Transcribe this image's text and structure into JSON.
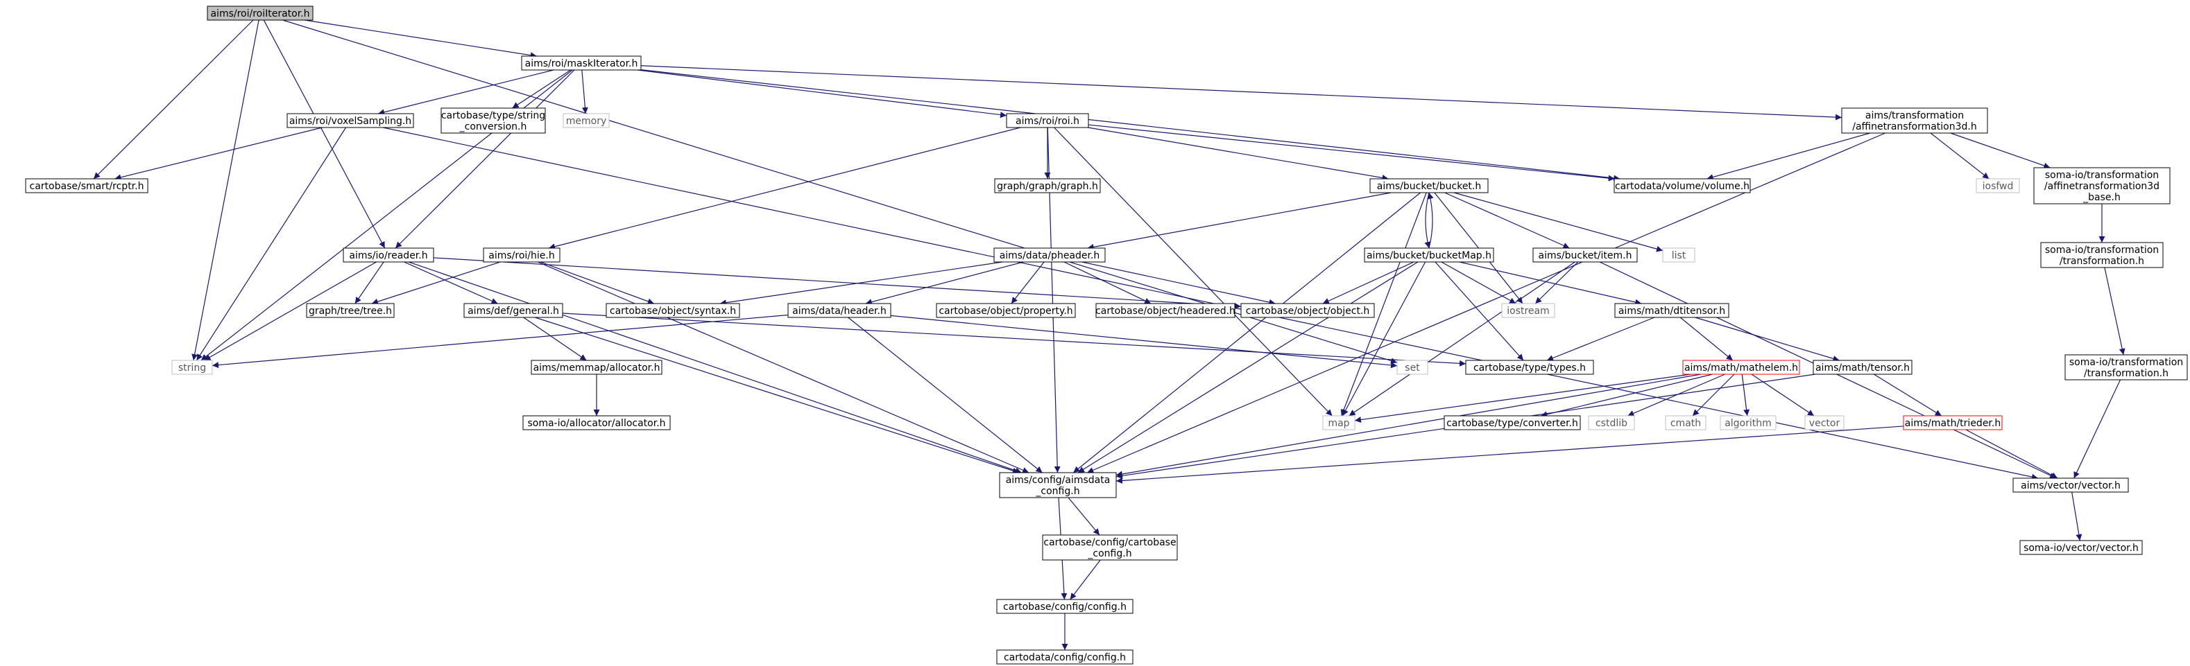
{
  "colors": {
    "edge": "#191970",
    "node_border": "#000000",
    "external_border": "#bfbfbf",
    "truncated_border": "#ff0000",
    "root_fill": "#bfbfbf",
    "text": "#000000",
    "external_text": "#5a5a5a"
  },
  "nodes": [
    {
      "id": "roiiterator",
      "lines": [
        "aims/roi/roiIterator.h"
      ],
      "kind": "root"
    },
    {
      "id": "maskiterator",
      "lines": [
        "aims/roi/maskIterator.h"
      ],
      "kind": "normal"
    },
    {
      "id": "voxelsampling",
      "lines": [
        "aims/roi/voxelSampling.h"
      ],
      "kind": "normal"
    },
    {
      "id": "stringconv",
      "lines": [
        "cartobase/type/string",
        "_conversion.h"
      ],
      "kind": "normal"
    },
    {
      "id": "memory",
      "lines": [
        "memory"
      ],
      "kind": "external"
    },
    {
      "id": "roih",
      "lines": [
        "aims/roi/roi.h"
      ],
      "kind": "normal"
    },
    {
      "id": "affine3d",
      "lines": [
        "aims/transformation",
        "/affinetransformation3d.h"
      ],
      "kind": "normal"
    },
    {
      "id": "rcptr",
      "lines": [
        "cartobase/smart/rcptr.h"
      ],
      "kind": "normal"
    },
    {
      "id": "graphh",
      "lines": [
        "graph/graph/graph.h"
      ],
      "kind": "normal"
    },
    {
      "id": "volumeh",
      "lines": [
        "cartodata/volume/volume.h"
      ],
      "kind": "normal"
    },
    {
      "id": "iosfwd",
      "lines": [
        "iosfwd"
      ],
      "kind": "external"
    },
    {
      "id": "somaaffine",
      "lines": [
        "soma-io/transformation",
        "/affinetransformation3d",
        "_base.h"
      ],
      "kind": "normal"
    },
    {
      "id": "bucketh",
      "lines": [
        "aims/bucket/bucket.h"
      ],
      "kind": "normal"
    },
    {
      "id": "readerh",
      "lines": [
        "aims/io/reader.h"
      ],
      "kind": "normal"
    },
    {
      "id": "hieh",
      "lines": [
        "aims/roi/hie.h"
      ],
      "kind": "normal"
    },
    {
      "id": "pheaderh",
      "lines": [
        "aims/data/pheader.h"
      ],
      "kind": "normal"
    },
    {
      "id": "bucketmaph",
      "lines": [
        "aims/bucket/bucketMap.h"
      ],
      "kind": "normal"
    },
    {
      "id": "itemh",
      "lines": [
        "aims/bucket/item.h"
      ],
      "kind": "normal"
    },
    {
      "id": "list",
      "lines": [
        "list"
      ],
      "kind": "external"
    },
    {
      "id": "somatransformation",
      "lines": [
        "soma-io/transformation",
        "/transformation.h"
      ],
      "kind": "normal"
    },
    {
      "id": "treeh",
      "lines": [
        "graph/tree/tree.h"
      ],
      "kind": "normal"
    },
    {
      "id": "generalh",
      "lines": [
        "aims/def/general.h"
      ],
      "kind": "normal"
    },
    {
      "id": "syntaxh",
      "lines": [
        "cartobase/object/syntax.h"
      ],
      "kind": "normal"
    },
    {
      "id": "headerh",
      "lines": [
        "aims/data/header.h"
      ],
      "kind": "normal"
    },
    {
      "id": "propertyh",
      "lines": [
        "cartobase/object/property.h"
      ],
      "kind": "normal"
    },
    {
      "id": "headeredh",
      "lines": [
        "cartobase/object/headered.h"
      ],
      "kind": "normal"
    },
    {
      "id": "objecth",
      "lines": [
        "cartobase/object/object.h"
      ],
      "kind": "normal"
    },
    {
      "id": "iostream",
      "lines": [
        "iostream"
      ],
      "kind": "external"
    },
    {
      "id": "dtitensorh",
      "lines": [
        "aims/math/dtitensor.h"
      ],
      "kind": "normal"
    },
    {
      "id": "string",
      "lines": [
        "string"
      ],
      "kind": "external"
    },
    {
      "id": "allocatorh",
      "lines": [
        "aims/memmap/allocator.h"
      ],
      "kind": "normal"
    },
    {
      "id": "set",
      "lines": [
        "set"
      ],
      "kind": "external"
    },
    {
      "id": "typesh",
      "lines": [
        "cartobase/type/types.h"
      ],
      "kind": "normal"
    },
    {
      "id": "mathelemh",
      "lines": [
        "aims/math/mathelem.h"
      ],
      "kind": "truncated"
    },
    {
      "id": "tensorh",
      "lines": [
        "aims/math/tensor.h"
      ],
      "kind": "normal"
    },
    {
      "id": "somatransformation2",
      "lines": [
        "soma-io/transformation",
        "/transformation.h"
      ],
      "kind": "normal"
    },
    {
      "id": "somaallocator",
      "lines": [
        "soma-io/allocator/allocator.h"
      ],
      "kind": "normal"
    },
    {
      "id": "map",
      "lines": [
        "map"
      ],
      "kind": "external"
    },
    {
      "id": "converterh",
      "lines": [
        "cartobase/type/converter.h"
      ],
      "kind": "normal"
    },
    {
      "id": "cstdlib",
      "lines": [
        "cstdlib"
      ],
      "kind": "external"
    },
    {
      "id": "cmath",
      "lines": [
        "cmath"
      ],
      "kind": "external"
    },
    {
      "id": "algorithm",
      "lines": [
        "algorithm"
      ],
      "kind": "external"
    },
    {
      "id": "vector",
      "lines": [
        "vector"
      ],
      "kind": "external"
    },
    {
      "id": "triederh",
      "lines": [
        "aims/math/trieder.h"
      ],
      "kind": "truncated"
    },
    {
      "id": "aimsdataconfig",
      "lines": [
        "aims/config/aimsdata",
        "_config.h"
      ],
      "kind": "normal"
    },
    {
      "id": "aimsvectorh",
      "lines": [
        "aims/vector/vector.h"
      ],
      "kind": "normal"
    },
    {
      "id": "cartobaseconfig",
      "lines": [
        "cartobase/config/cartobase",
        "_config.h"
      ],
      "kind": "normal"
    },
    {
      "id": "somavector",
      "lines": [
        "soma-io/vector/vector.h"
      ],
      "kind": "normal"
    },
    {
      "id": "configh",
      "lines": [
        "cartobase/config/config.h"
      ],
      "kind": "normal"
    },
    {
      "id": "cartodataconfig",
      "lines": [
        "cartodata/config/config.h"
      ],
      "kind": "normal"
    }
  ],
  "edges": [
    [
      "roiiterator",
      "maskiterator"
    ],
    [
      "roiiterator",
      "rcptr"
    ],
    [
      "roiiterator",
      "readerh"
    ],
    [
      "roiiterator",
      "string"
    ],
    [
      "roiiterator",
      "set"
    ],
    [
      "maskiterator",
      "voxelsampling"
    ],
    [
      "maskiterator",
      "stringconv"
    ],
    [
      "maskiterator",
      "memory"
    ],
    [
      "maskiterator",
      "roih"
    ],
    [
      "maskiterator",
      "affine3d"
    ],
    [
      "maskiterator",
      "volumeh"
    ],
    [
      "maskiterator",
      "readerh"
    ],
    [
      "maskiterator",
      "string"
    ],
    [
      "voxelsampling",
      "rcptr"
    ],
    [
      "voxelsampling",
      "string"
    ],
    [
      "voxelsampling",
      "aimsvectorh"
    ],
    [
      "roih",
      "graphh"
    ],
    [
      "roih",
      "bucketh"
    ],
    [
      "roih",
      "hieh"
    ],
    [
      "roih",
      "volumeh"
    ],
    [
      "roih",
      "aimsdataconfig"
    ],
    [
      "roih",
      "map"
    ],
    [
      "affine3d",
      "volumeh"
    ],
    [
      "affine3d",
      "iosfwd"
    ],
    [
      "affine3d",
      "somaaffine"
    ],
    [
      "affine3d",
      "aimsdataconfig"
    ],
    [
      "somaaffine",
      "somatransformation"
    ],
    [
      "somatransformation",
      "somatransformation2"
    ],
    [
      "somatransformation2",
      "aimsvectorh"
    ],
    [
      "bucketh",
      "bucketmaph"
    ],
    [
      "bucketh",
      "pheaderh"
    ],
    [
      "bucketh",
      "itemh"
    ],
    [
      "bucketh",
      "list"
    ],
    [
      "bucketh",
      "iostream"
    ],
    [
      "bucketh",
      "map"
    ],
    [
      "bucketh",
      "aimsdataconfig"
    ],
    [
      "bucketmaph",
      "bucketh"
    ],
    [
      "bucketmaph",
      "objecth"
    ],
    [
      "bucketmaph",
      "iostream"
    ],
    [
      "bucketmaph",
      "dtitensorh"
    ],
    [
      "bucketmaph",
      "typesh"
    ],
    [
      "bucketmaph",
      "map"
    ],
    [
      "bucketmaph",
      "aimsdataconfig"
    ],
    [
      "itemh",
      "iostream"
    ],
    [
      "itemh",
      "aimsvectorh"
    ],
    [
      "itemh",
      "map"
    ],
    [
      "readerh",
      "treeh"
    ],
    [
      "readerh",
      "generalh"
    ],
    [
      "readerh",
      "objecth"
    ],
    [
      "readerh",
      "string"
    ],
    [
      "readerh",
      "aimsdataconfig"
    ],
    [
      "hieh",
      "treeh"
    ],
    [
      "hieh",
      "syntaxh"
    ],
    [
      "hieh",
      "aimsdataconfig"
    ],
    [
      "pheaderh",
      "syntaxh"
    ],
    [
      "pheaderh",
      "headerh"
    ],
    [
      "pheaderh",
      "propertyh"
    ],
    [
      "pheaderh",
      "headeredh"
    ],
    [
      "pheaderh",
      "objecth"
    ],
    [
      "headerh",
      "string"
    ],
    [
      "headerh",
      "set"
    ],
    [
      "headerh",
      "aimsdataconfig"
    ],
    [
      "generalh",
      "allocatorh"
    ],
    [
      "generalh",
      "typesh"
    ],
    [
      "generalh",
      "aimsdataconfig"
    ],
    [
      "allocatorh",
      "somaallocator"
    ],
    [
      "dtitensorh",
      "mathelemh"
    ],
    [
      "dtitensorh",
      "tensorh"
    ],
    [
      "dtitensorh",
      "typesh"
    ],
    [
      "mathelemh",
      "map"
    ],
    [
      "mathelemh",
      "converterh"
    ],
    [
      "mathelemh",
      "cstdlib"
    ],
    [
      "mathelemh",
      "cmath"
    ],
    [
      "mathelemh",
      "algorithm"
    ],
    [
      "mathelemh",
      "vector"
    ],
    [
      "mathelemh",
      "aimsdataconfig"
    ],
    [
      "tensorh",
      "triederh"
    ],
    [
      "tensorh",
      "aimsdataconfig"
    ],
    [
      "triederh",
      "aimsvectorh"
    ],
    [
      "triederh",
      "aimsdataconfig"
    ],
    [
      "aimsvectorh",
      "somavector"
    ],
    [
      "aimsdataconfig",
      "cartobaseconfig"
    ],
    [
      "aimsdataconfig",
      "configh"
    ],
    [
      "cartobaseconfig",
      "configh"
    ],
    [
      "configh",
      "cartodataconfig"
    ]
  ]
}
